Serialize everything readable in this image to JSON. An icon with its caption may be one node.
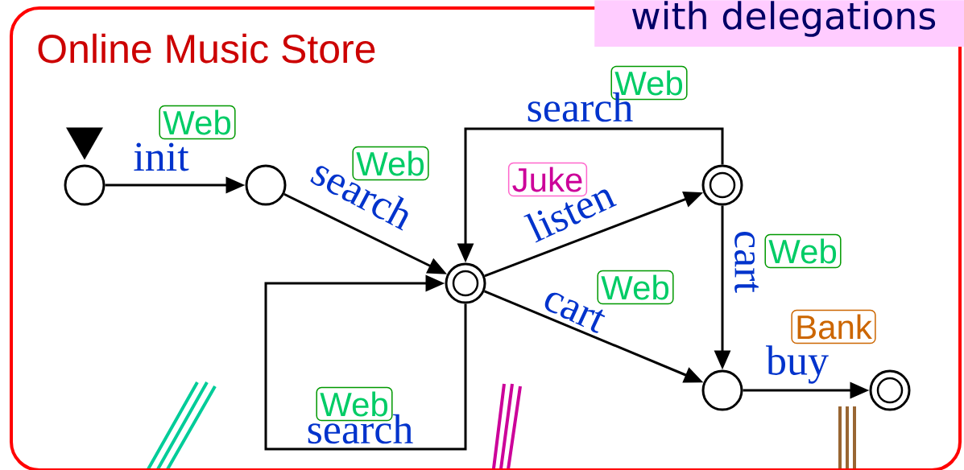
{
  "diagram": {
    "nodes": [
      {
        "text": [
          "Online Music Store"
        ]
      },
      {
        "text": [
          "with delegations"
        ]
      },
      {
        "text": [],
        "shape": "circle",
        "in": 0
      },
      {
        "text": [],
        "shape": "circle",
        "in": 0
      },
      {
        "text": [],
        "shape": "circle",
        "in": 0
      },
      {
        "text": [],
        "shape": "circle",
        "in": 0
      },
      {
        "text": [],
        "shape": "circle",
        "in": 0
      },
      {
        "text": [],
        "shape": "circle",
        "in": 0
      },
      {
        "text": [
          "Web"
        ],
        "in": 0
      },
      {
        "text": [
          "Web"
        ],
        "in": 0
      },
      {
        "text": [
          "Juke"
        ],
        "in": 0
      },
      {
        "text": [
          "Web"
        ],
        "in": 0
      },
      {
        "text": [
          "Web"
        ],
        "in": 0
      },
      {
        "text": [
          "Web"
        ],
        "in": 0
      },
      {
        "text": [
          "Bank"
        ],
        "in": 0
      },
      {
        "text": [
          "Web"
        ],
        "in": 0
      }
    ],
    "edges": [
      {
        "from": null,
        "to": 2,
        "arrow": "to"
      },
      {
        "from": 2,
        "to": 3,
        "arrow": "to",
        "label": "init"
      },
      {
        "from": 3,
        "to": 4,
        "arrow": "to",
        "label": "search"
      },
      {
        "from": 4,
        "to": 5,
        "arrow": "to",
        "label": "listen"
      },
      {
        "from": 5,
        "to": 4,
        "arrow": "to",
        "label": "search"
      },
      {
        "from": 5,
        "to": 6,
        "arrow": "to",
        "label": "cart"
      },
      {
        "from": 4,
        "to": 6,
        "arrow": "to",
        "label": "cart"
      },
      {
        "from": 6,
        "to": 7,
        "arrow": "to",
        "label": "buy"
      },
      {
        "from": 4,
        "to": 4,
        "arrow": "to",
        "label": "search"
      }
    ]
  }
}
